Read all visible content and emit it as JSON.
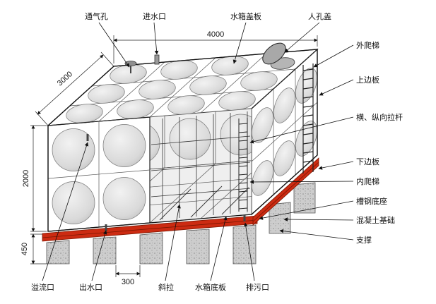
{
  "labels": {
    "vent": "通气孔",
    "inlet": "进水口",
    "cover_plate": "水箱盖板",
    "manhole": "人孔盖",
    "external_ladder": "外爬梯",
    "top_side_plate": "上边板",
    "tie_rods": "横、纵向拉杆",
    "bottom_side_plate": "下边板",
    "internal_ladder": "内爬梯",
    "channel_base": "槽钢底座",
    "concrete_foundation": "混凝土基础",
    "support": "支撑",
    "overflow": "溢流口",
    "outlet": "出水口",
    "diagonal_brace": "斜拉",
    "tank_bottom_plate": "水箱底板",
    "drain": "排污口"
  },
  "dimensions": {
    "width": "4000",
    "depth": "3000",
    "height": "2000",
    "base_height": "450",
    "support_gap": "300"
  },
  "colors": {
    "base_red": "#cc2b12",
    "base_red_dark": "#7a1600"
  }
}
